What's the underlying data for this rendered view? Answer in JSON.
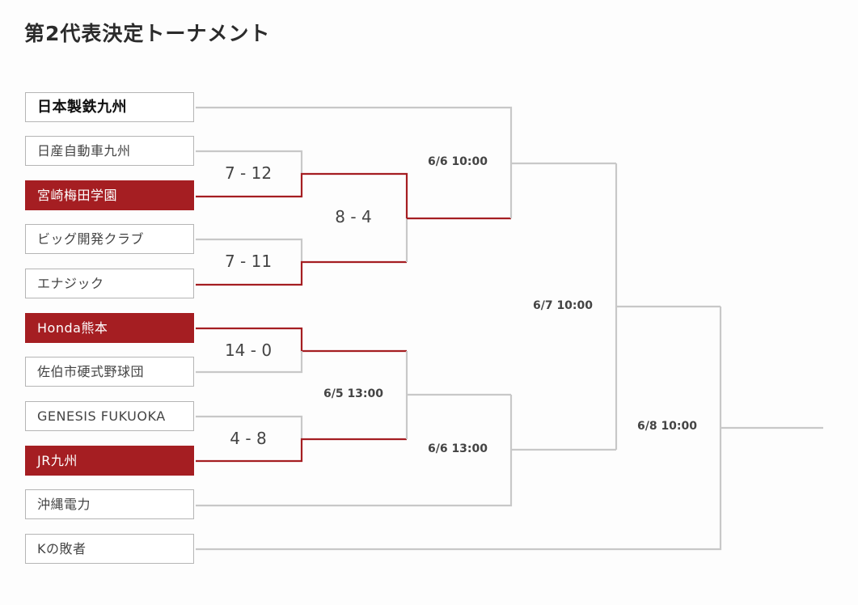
{
  "title": "第2代表決定トーナメント",
  "colors": {
    "winner": "#a51e22",
    "line": "#c8c8c8"
  },
  "teams": [
    {
      "label": "日本製鉄九州",
      "status": "seed"
    },
    {
      "label": "日産自動車九州",
      "status": "normal"
    },
    {
      "label": "宮崎梅田学園",
      "status": "win"
    },
    {
      "label": "ビッグ開発クラブ",
      "status": "normal"
    },
    {
      "label": "エナジック",
      "status": "normal"
    },
    {
      "label": "Honda熊本",
      "status": "win"
    },
    {
      "label": "佐伯市硬式野球団",
      "status": "normal"
    },
    {
      "label": "GENESIS FUKUOKA",
      "status": "normal"
    },
    {
      "label": "JR九州",
      "status": "win"
    },
    {
      "label": "沖縄電力",
      "status": "normal"
    },
    {
      "label": "Kの敗者",
      "status": "normal"
    }
  ],
  "scores": [
    "7 - 12",
    "7 - 11",
    "14 - 0",
    "4 - 8",
    "8 - 4"
  ],
  "schedules": [
    "6/6 10:00",
    "6/5 13:00",
    "6/6 13:00",
    "6/7 10:00",
    "6/8 10:00"
  ]
}
